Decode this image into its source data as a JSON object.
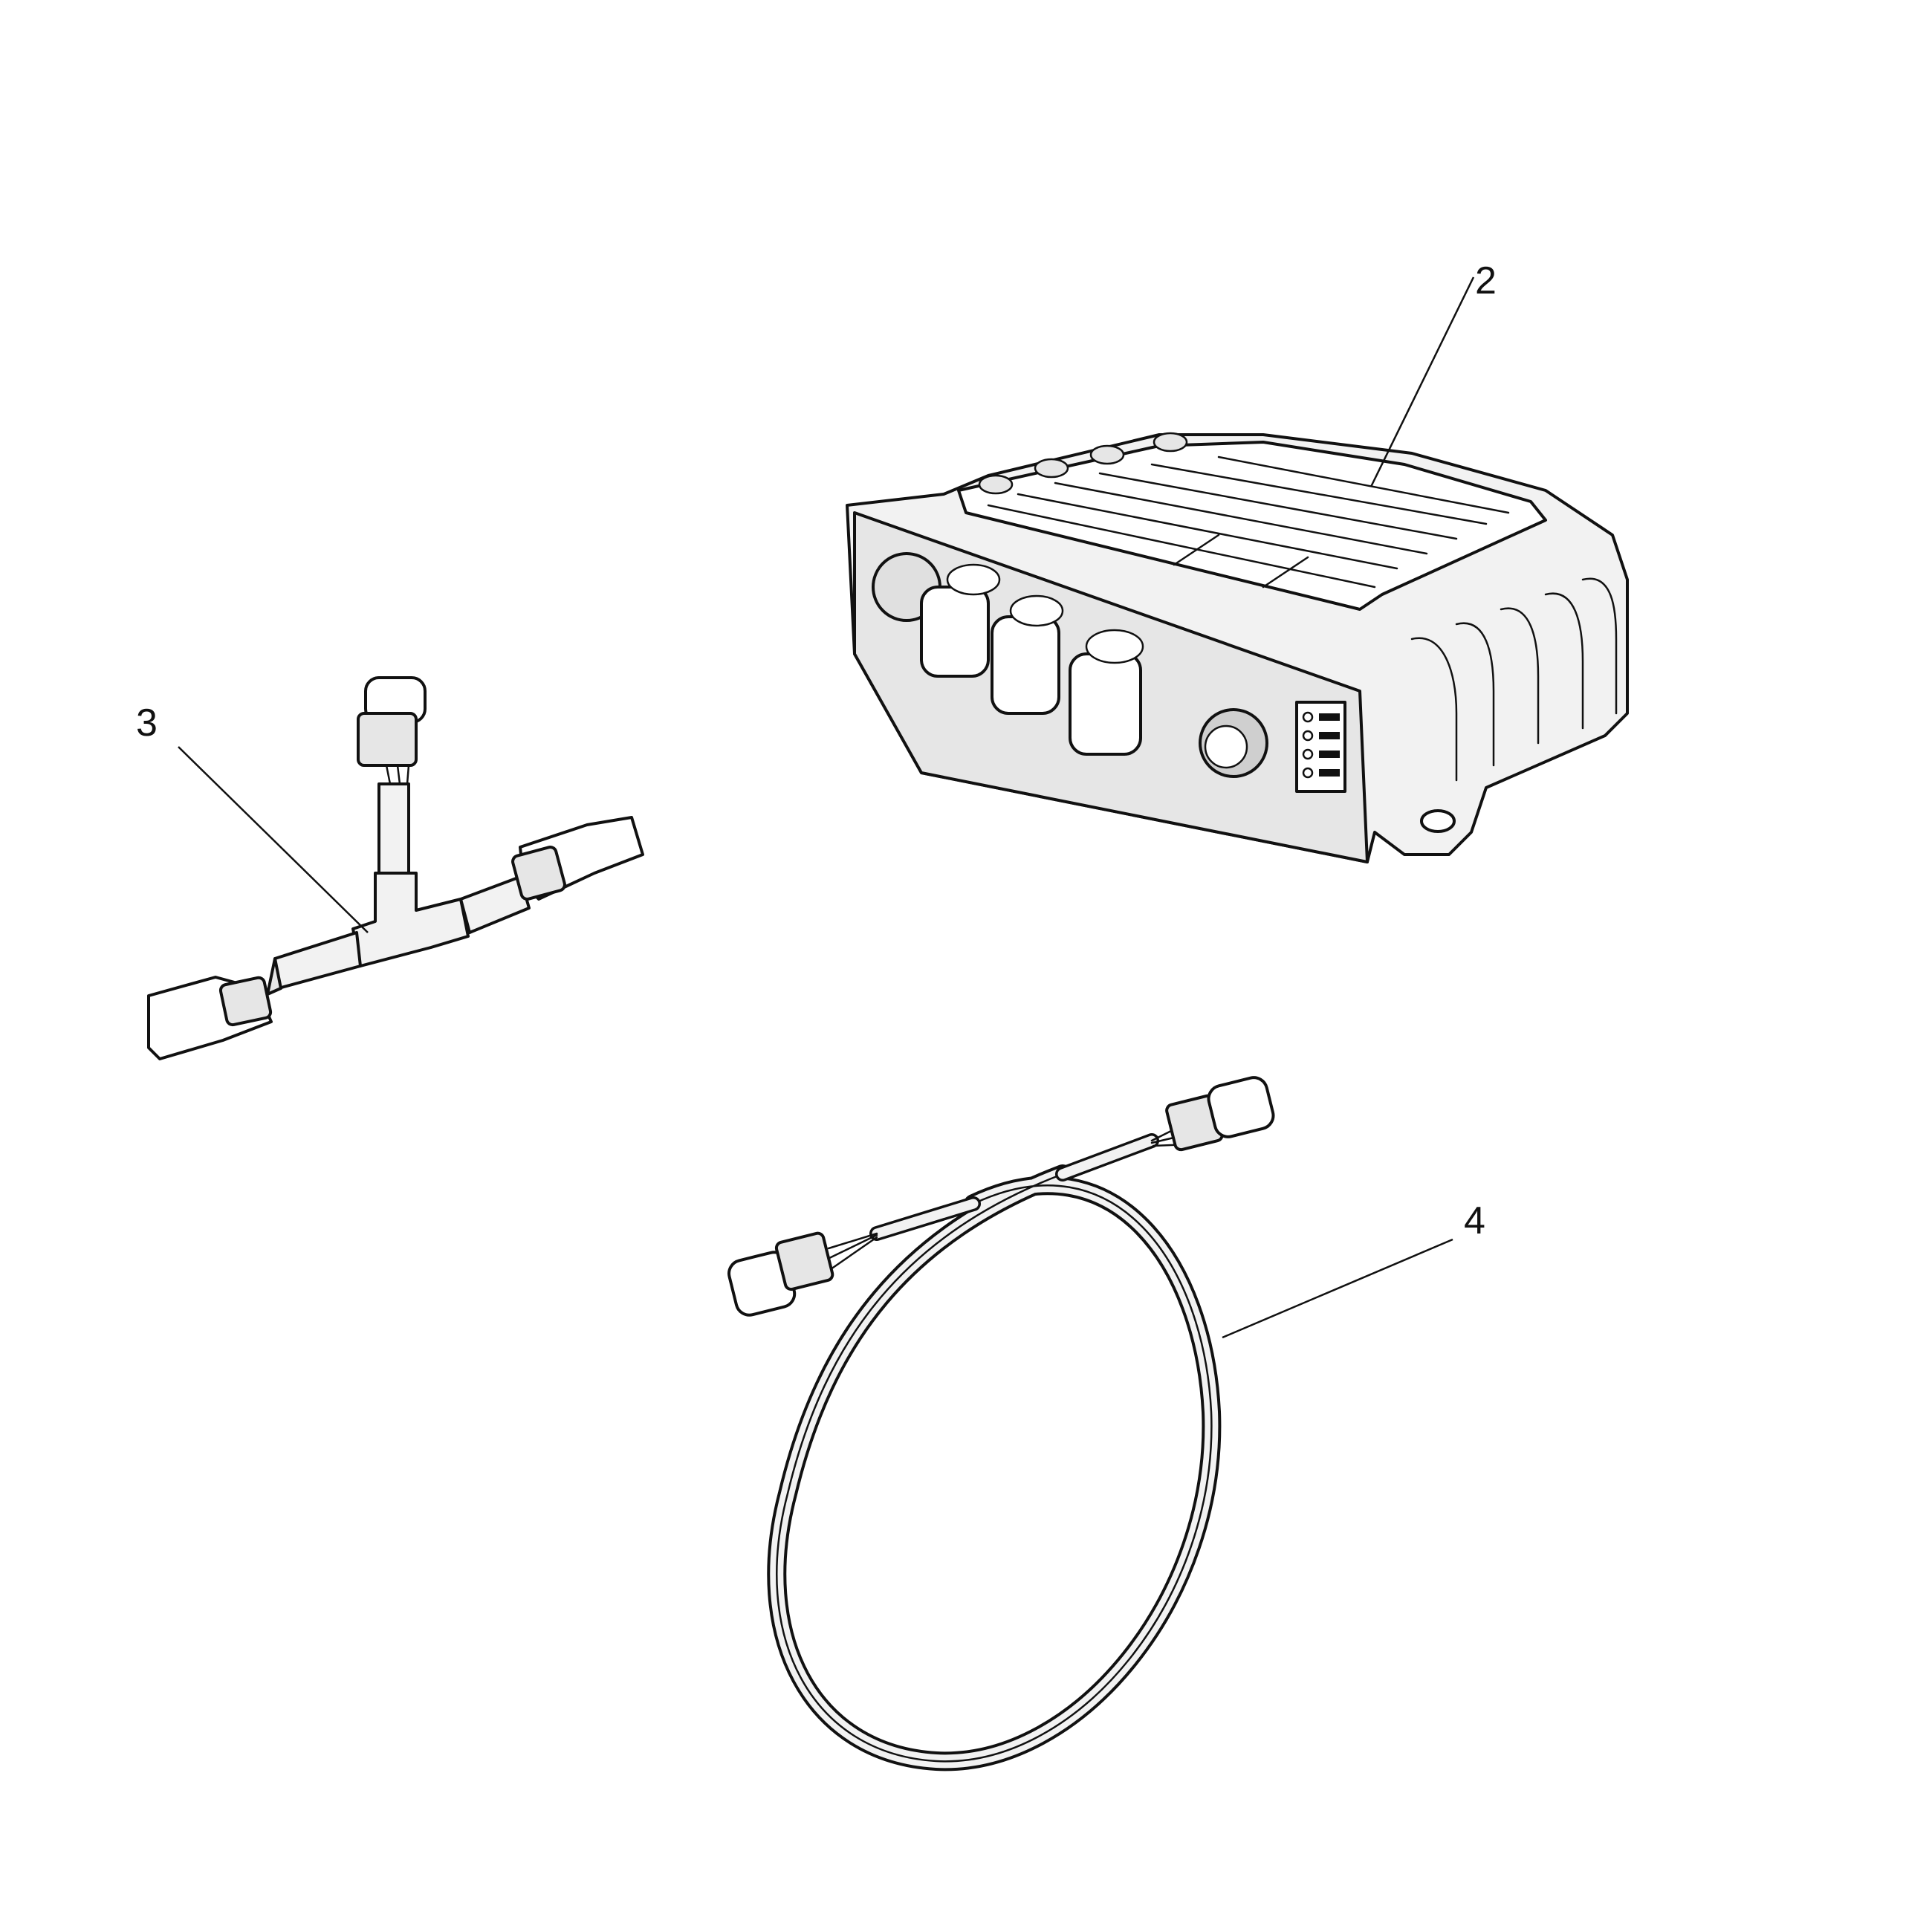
{
  "callouts": [
    {
      "id": "2",
      "label": "2",
      "part": "control-module"
    },
    {
      "id": "3",
      "label": "3",
      "part": "t-harness"
    },
    {
      "id": "4",
      "label": "4",
      "part": "extension-cable"
    }
  ],
  "colors": {
    "ink": "#111111",
    "part_fill": "#f2f2f2",
    "part_shade": "#d9d9d9",
    "background": "#ffffff"
  }
}
